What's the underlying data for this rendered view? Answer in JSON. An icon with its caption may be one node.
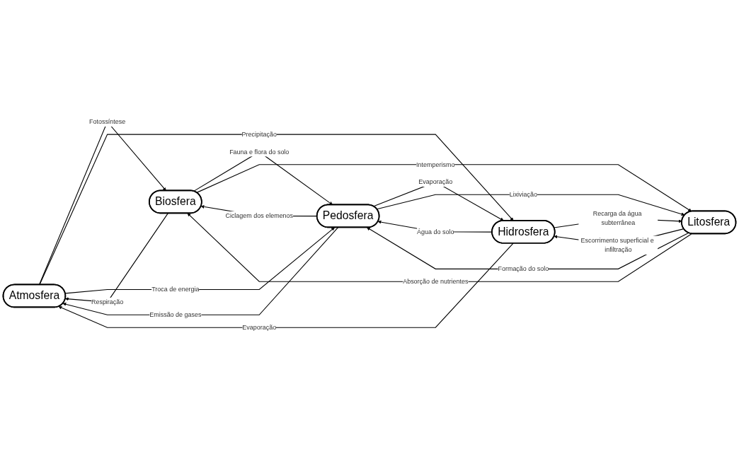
{
  "diagram": {
    "nodes": [
      {
        "text": [
          "Atmosfera"
        ]
      },
      {
        "text": [
          "Biosfera"
        ]
      },
      {
        "text": [
          "Pedosfera"
        ]
      },
      {
        "text": [
          "Hidrosfera"
        ]
      },
      {
        "text": [
          "Litosfera"
        ]
      }
    ],
    "edges": [
      {
        "from": 1,
        "to": 0,
        "arrow": "to",
        "label": "Respiração"
      },
      {
        "from": 0,
        "to": 1,
        "arrow": "to",
        "label": "Fotossíntese"
      },
      {
        "from": 0,
        "to": 3,
        "arrow": "to",
        "label": "Precipitação"
      },
      {
        "from": 3,
        "to": 0,
        "arrow": "to",
        "label": "Evaporação"
      },
      {
        "from": 2,
        "to": 0,
        "arrow": "to",
        "label": "Emissão de gases"
      },
      {
        "from": 0,
        "to": 2,
        "arrow": "to",
        "label": "Troca de energia"
      },
      {
        "from": 2,
        "to": 1,
        "arrow": "to",
        "label": "Ciclagem dos elemenos"
      },
      {
        "from": 1,
        "to": 2,
        "arrow": "to",
        "label": "Fauna e flora do solo"
      },
      {
        "from": 3,
        "to": 2,
        "arrow": "to",
        "label": "Água do solo"
      },
      {
        "from": 2,
        "to": 3,
        "arrow": "to",
        "label": "Evaporação"
      },
      {
        "from": 2,
        "to": 4,
        "arrow": "to",
        "label": "Lixiviação"
      },
      {
        "from": 4,
        "to": 2,
        "arrow": "to",
        "label": "Formação do solo"
      },
      {
        "from": 1,
        "to": 4,
        "arrow": "to",
        "label": "Intemperismo"
      },
      {
        "from": 4,
        "to": 1,
        "arrow": "to",
        "label": "Absorção de nutrientes"
      },
      {
        "from": 4,
        "to": 3,
        "arrow": "to",
        "label": "Escorrimento superficial e infiltração"
      },
      {
        "from": 3,
        "to": 4,
        "arrow": "to",
        "label": "Recarga da água subterrânea"
      }
    ]
  }
}
